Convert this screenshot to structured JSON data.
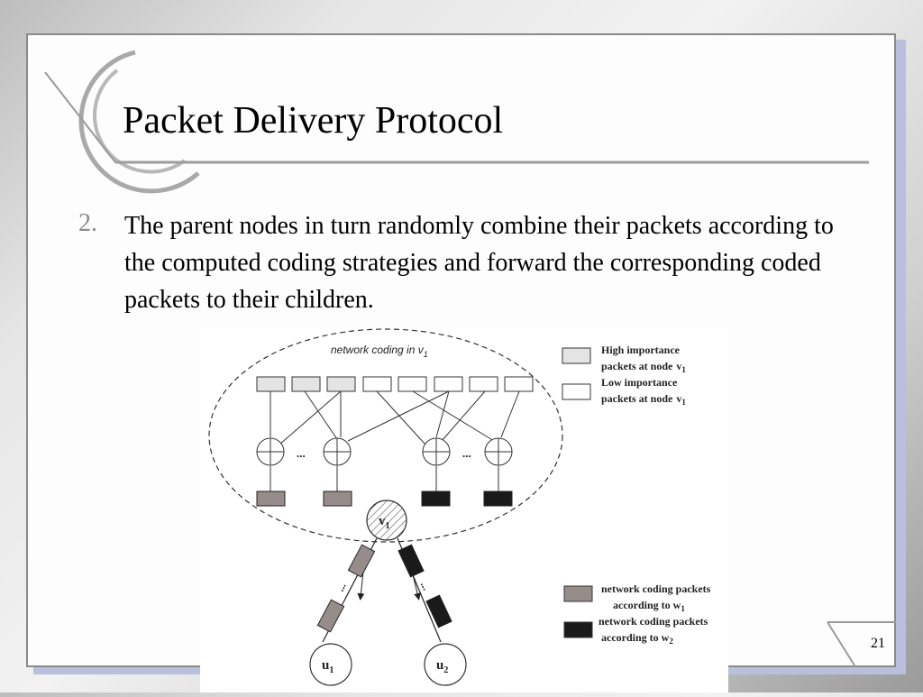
{
  "slide": {
    "title": "Packet Delivery Protocol",
    "bullet_number": "2.",
    "bullet_text": "The parent nodes in turn randomly combine their packets according to the computed coding strategies and forward the corresponding coded packets to their children.",
    "page_number": "21"
  },
  "diagram": {
    "region_label": "network coding in v",
    "region_label_sub": "1",
    "ellipsis": "...",
    "node_v1": "v",
    "node_v1_sub": "1",
    "child_u1": "u",
    "child_u1_sub": "1",
    "child_u2": "u",
    "child_u2_sub": "2",
    "legend": {
      "high_line1": "High importance",
      "high_line2": "packets at node",
      "high_node": "v",
      "high_node_sub": "1",
      "low_line1": "Low importance",
      "low_line2": "packets at node",
      "low_node": "v",
      "low_node_sub": "1",
      "w1_line1": "network coding packets",
      "w1_line2": "according to w",
      "w1_sub": "1",
      "w2_line1": "network coding packets",
      "w2_line2": "according to w",
      "w2_sub": "2"
    },
    "colors": {
      "high_importance": "#e4e4e4",
      "low_importance": "#ffffff",
      "coded_w1": "#968d8a",
      "coded_w2": "#1a1a1a"
    }
  }
}
